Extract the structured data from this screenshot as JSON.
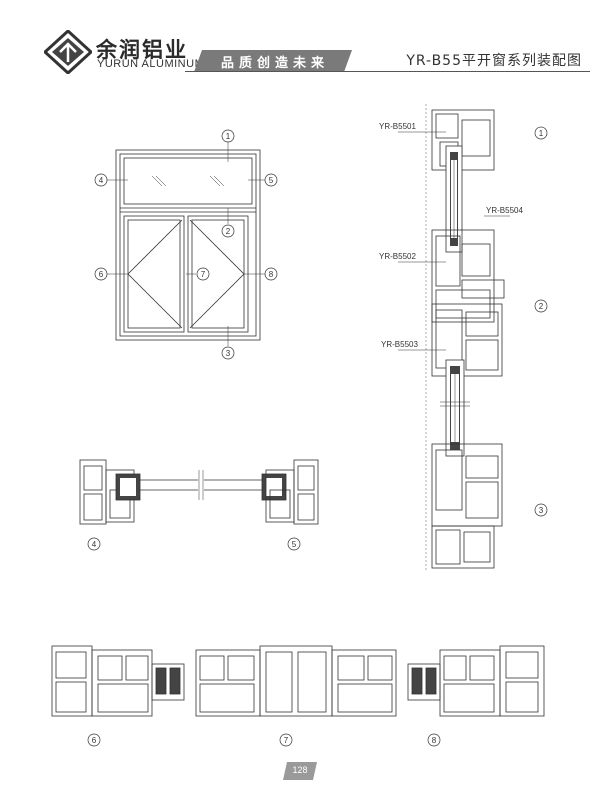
{
  "header": {
    "brand_cn": "余润铝业",
    "brand_en": "YURUN ALUMINUM",
    "slogan": "品质创造未来",
    "title": "YR-B55平开窗系列装配图"
  },
  "callouts": {
    "window": [
      "1",
      "2",
      "3",
      "4",
      "5",
      "6",
      "7",
      "8"
    ],
    "vertical": [
      "1",
      "2",
      "3"
    ],
    "bottom_left": [
      "4",
      "5"
    ],
    "bottom": [
      "6",
      "7",
      "8"
    ]
  },
  "profiles": [
    "YR-B5501",
    "YR-B5504",
    "YR-B5502",
    "YR-B5503"
  ],
  "page_number": "128",
  "colors": {
    "line": "#333333",
    "glass": "#555555",
    "accent": "#7a7a7a"
  }
}
